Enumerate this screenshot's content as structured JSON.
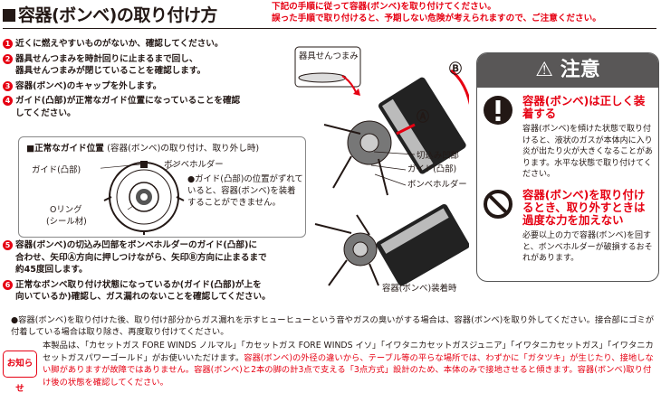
{
  "title": "容器(ボンベ)の取り付け方",
  "top_warning": [
    "下記の手順に従って容器(ボンベ)を取り付けてください。",
    "誤った手順で取り付けると、予期しない危険が考えられますので、ご注意ください。"
  ],
  "steps": [
    {
      "num": "1",
      "lines": [
        "近くに燃えやすいものがないか、確認してください。"
      ]
    },
    {
      "num": "2",
      "lines": [
        "器具せんつまみを時計回りに止まるまで回し、",
        "器具せんつまみが閉じていることを確認します。"
      ]
    },
    {
      "num": "3",
      "lines": [
        "容器(ボンベ)のキャップを外します。"
      ]
    },
    {
      "num": "4",
      "lines": [
        "ガイド(凸部)が正常なガイド位置になっていることを確認",
        "してください。"
      ]
    }
  ],
  "guide_box": {
    "title": "■正常なガイド位置",
    "subtitle": "(容器(ボンベ)の取り付け、取り外し時)",
    "guide_label": "ガイド(凸部)",
    "holder_label": "ボンベホルダー",
    "oring_label_1": "Oリング",
    "oring_label_2": "(シール材)",
    "note": "●ガイド(凸部)の位置がずれていると、容器(ボンベ)を装着することができません。"
  },
  "steps_2": [
    {
      "num": "5",
      "l1a": "容器(ボンベ)の切込み凹部をボンベホルダーのガイド(凸部)に",
      "l2": "合わせ、矢印Ⓐ方向に押しつけながら、矢印Ⓑ方向に止まるまで",
      "l3": "約45度回します。"
    },
    {
      "num": "6",
      "l1a": "正常なボンベ取り付け状態になっているか(ガイド(凸部)が上を",
      "l2": "向いているか)確認し、ガス漏れのないことを確認してください。"
    }
  ],
  "bullet_note": "●容器(ボンベ)を取り付けた後、取り付け部分からガス漏れを示すヒューヒューという音やガスの臭いがする場合は、容器(ボンベ)を取り外してください。接合部にゴミが付着している場合は取り除き、再度取り付けてください。",
  "notice": {
    "tag": "お知らせ",
    "text_black_1": "本製品は、「カセットガス FORE WINDS ノルマル」「カセットガス FORE WINDS イソ」「イワタニカセットガスジュニア」「イワタニカセットガス」「イワタニカセットガスパワーゴールド」がお使いいただけます。",
    "text_red": "容器(ボンベ)の外径の違いから、テーブル等の平らな場所では、わずかに「ガタツキ」が生じたり、接地しない脚がありますが故障ではありません。容器(ボンベ)と2本の脚の計3点で支える「3点方式」設計のため、本体のみで接地させると傾きます。容器(ボンベ)取り付け後の状態を確認してください。"
  },
  "figure": {
    "knob_label": "器具せんつまみ",
    "arrow_b": "Ⓑ",
    "arrow_a": "Ⓐ",
    "notch_label": "切込み凹部",
    "guide_label": "ガイド(凸部)",
    "holder_label": "ボンベホルダー",
    "installed_label": "容器(ボンベ)装着時"
  },
  "caution": {
    "heading": "注意",
    "item1_head": "容器(ボンベ)は正しく装着する",
    "item1_body": "容器(ボンベ)を傾けた状態で取り付けると、液状のガスが本体内に入り炎が出たり火が大きくなることがあります。水平な状態で取り付けてください。",
    "item2_head": "容器(ボンベ)を取り付けるとき、取り外すときは過度な力を加えない",
    "item2_body": "必要以上の力で容器(ボンベ)を回すと、ボンベホルダーが破損するおそれがあります。"
  },
  "colors": {
    "accent_red": "#e60012",
    "caution_header": "#595757"
  }
}
